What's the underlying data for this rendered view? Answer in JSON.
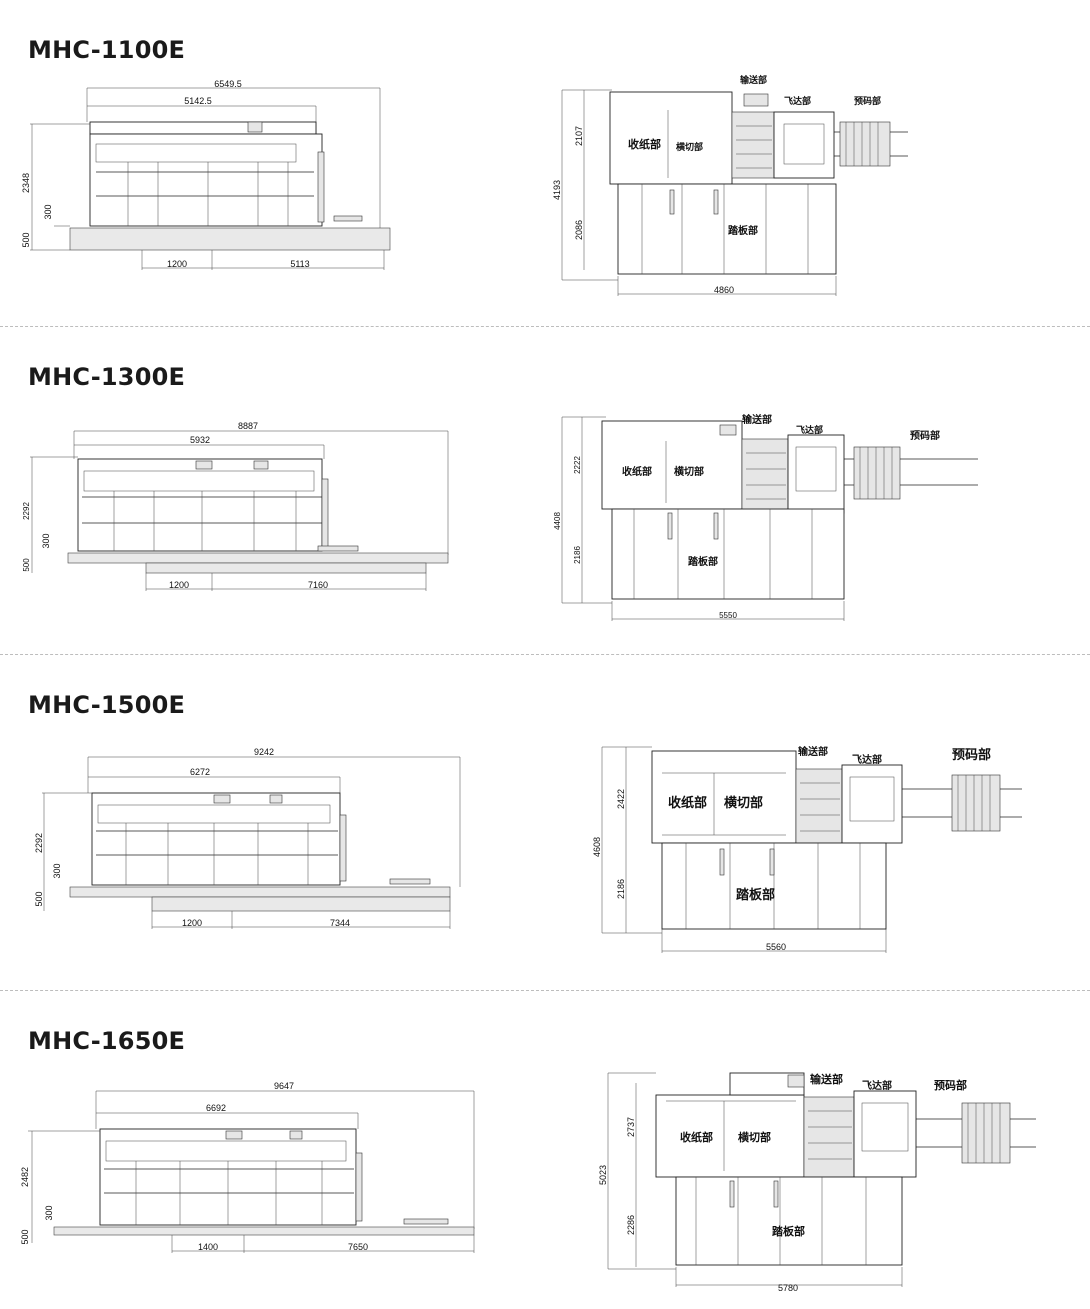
{
  "models": [
    {
      "title": "MHC-1100E",
      "side": {
        "overall": "6549.5",
        "body": "5142.5",
        "height": "2348",
        "step": "300",
        "base": "500",
        "gap": "1200",
        "length": "5113"
      },
      "top": {
        "width": "4860",
        "depth": "4193",
        "upper": "2107",
        "lower": "2086",
        "labels": {
          "delivery": "收纸部",
          "cutting": "横切部",
          "conveyor": "输送部",
          "flyer": "飞达部",
          "preload": "预码部",
          "pedal": "踏板部"
        }
      }
    },
    {
      "title": "MHC-1300E",
      "side": {
        "overall": "8887",
        "body": "5932",
        "height": "2292",
        "step": "300",
        "base": "500",
        "gap": "1200",
        "length": "7160"
      },
      "top": {
        "width": "5550",
        "depth": "4408",
        "upper": "2222",
        "lower": "2186",
        "labels": {
          "delivery": "收纸部",
          "cutting": "横切部",
          "conveyor": "输送部",
          "flyer": "飞达部",
          "preload": "预码部",
          "pedal": "踏板部"
        }
      }
    },
    {
      "title": "MHC-1500E",
      "side": {
        "overall": "9242",
        "body": "6272",
        "height": "2292",
        "step": "300",
        "base": "500",
        "gap": "1200",
        "length": "7344"
      },
      "top": {
        "width": "5560",
        "depth": "4608",
        "upper": "2422",
        "lower": "2186",
        "labels": {
          "delivery": "收纸部",
          "cutting": "横切部",
          "conveyor": "输送部",
          "flyer": "飞达部",
          "preload": "预码部",
          "pedal": "踏板部"
        }
      }
    },
    {
      "title": "MHC-1650E",
      "side": {
        "overall": "9647",
        "body": "6692",
        "height": "2482",
        "step": "300",
        "base": "500",
        "gap": "1400",
        "length": "7650"
      },
      "top": {
        "width": "5780",
        "depth": "5023",
        "upper": "2737",
        "lower": "2286",
        "labels": {
          "delivery": "收纸部",
          "cutting": "横切部",
          "conveyor": "输送部",
          "flyer": "飞达部",
          "preload": "预码部",
          "pedal": "踏板部"
        }
      }
    }
  ]
}
